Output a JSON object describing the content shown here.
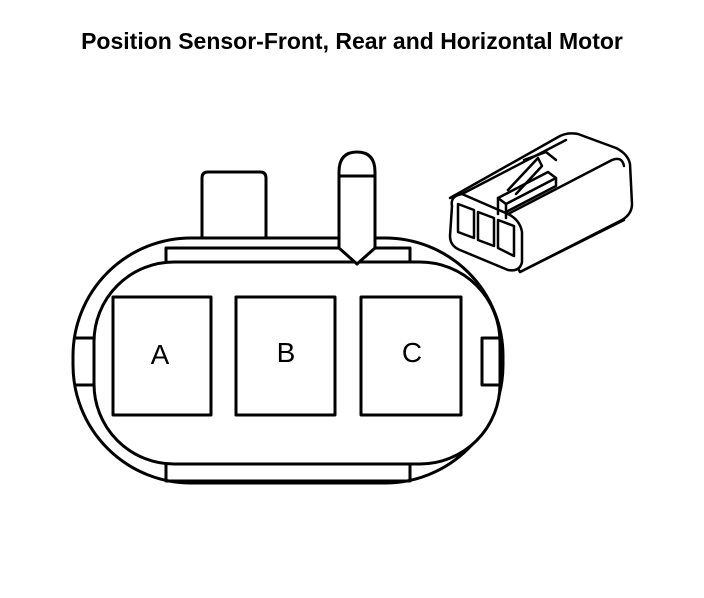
{
  "title": "Position Sensor-Front, Rear and Horizontal Motor",
  "pins": [
    {
      "label": "A"
    },
    {
      "label": "B"
    },
    {
      "label": "C"
    }
  ],
  "colors": {
    "line": "#000000",
    "background": "#ffffff"
  }
}
